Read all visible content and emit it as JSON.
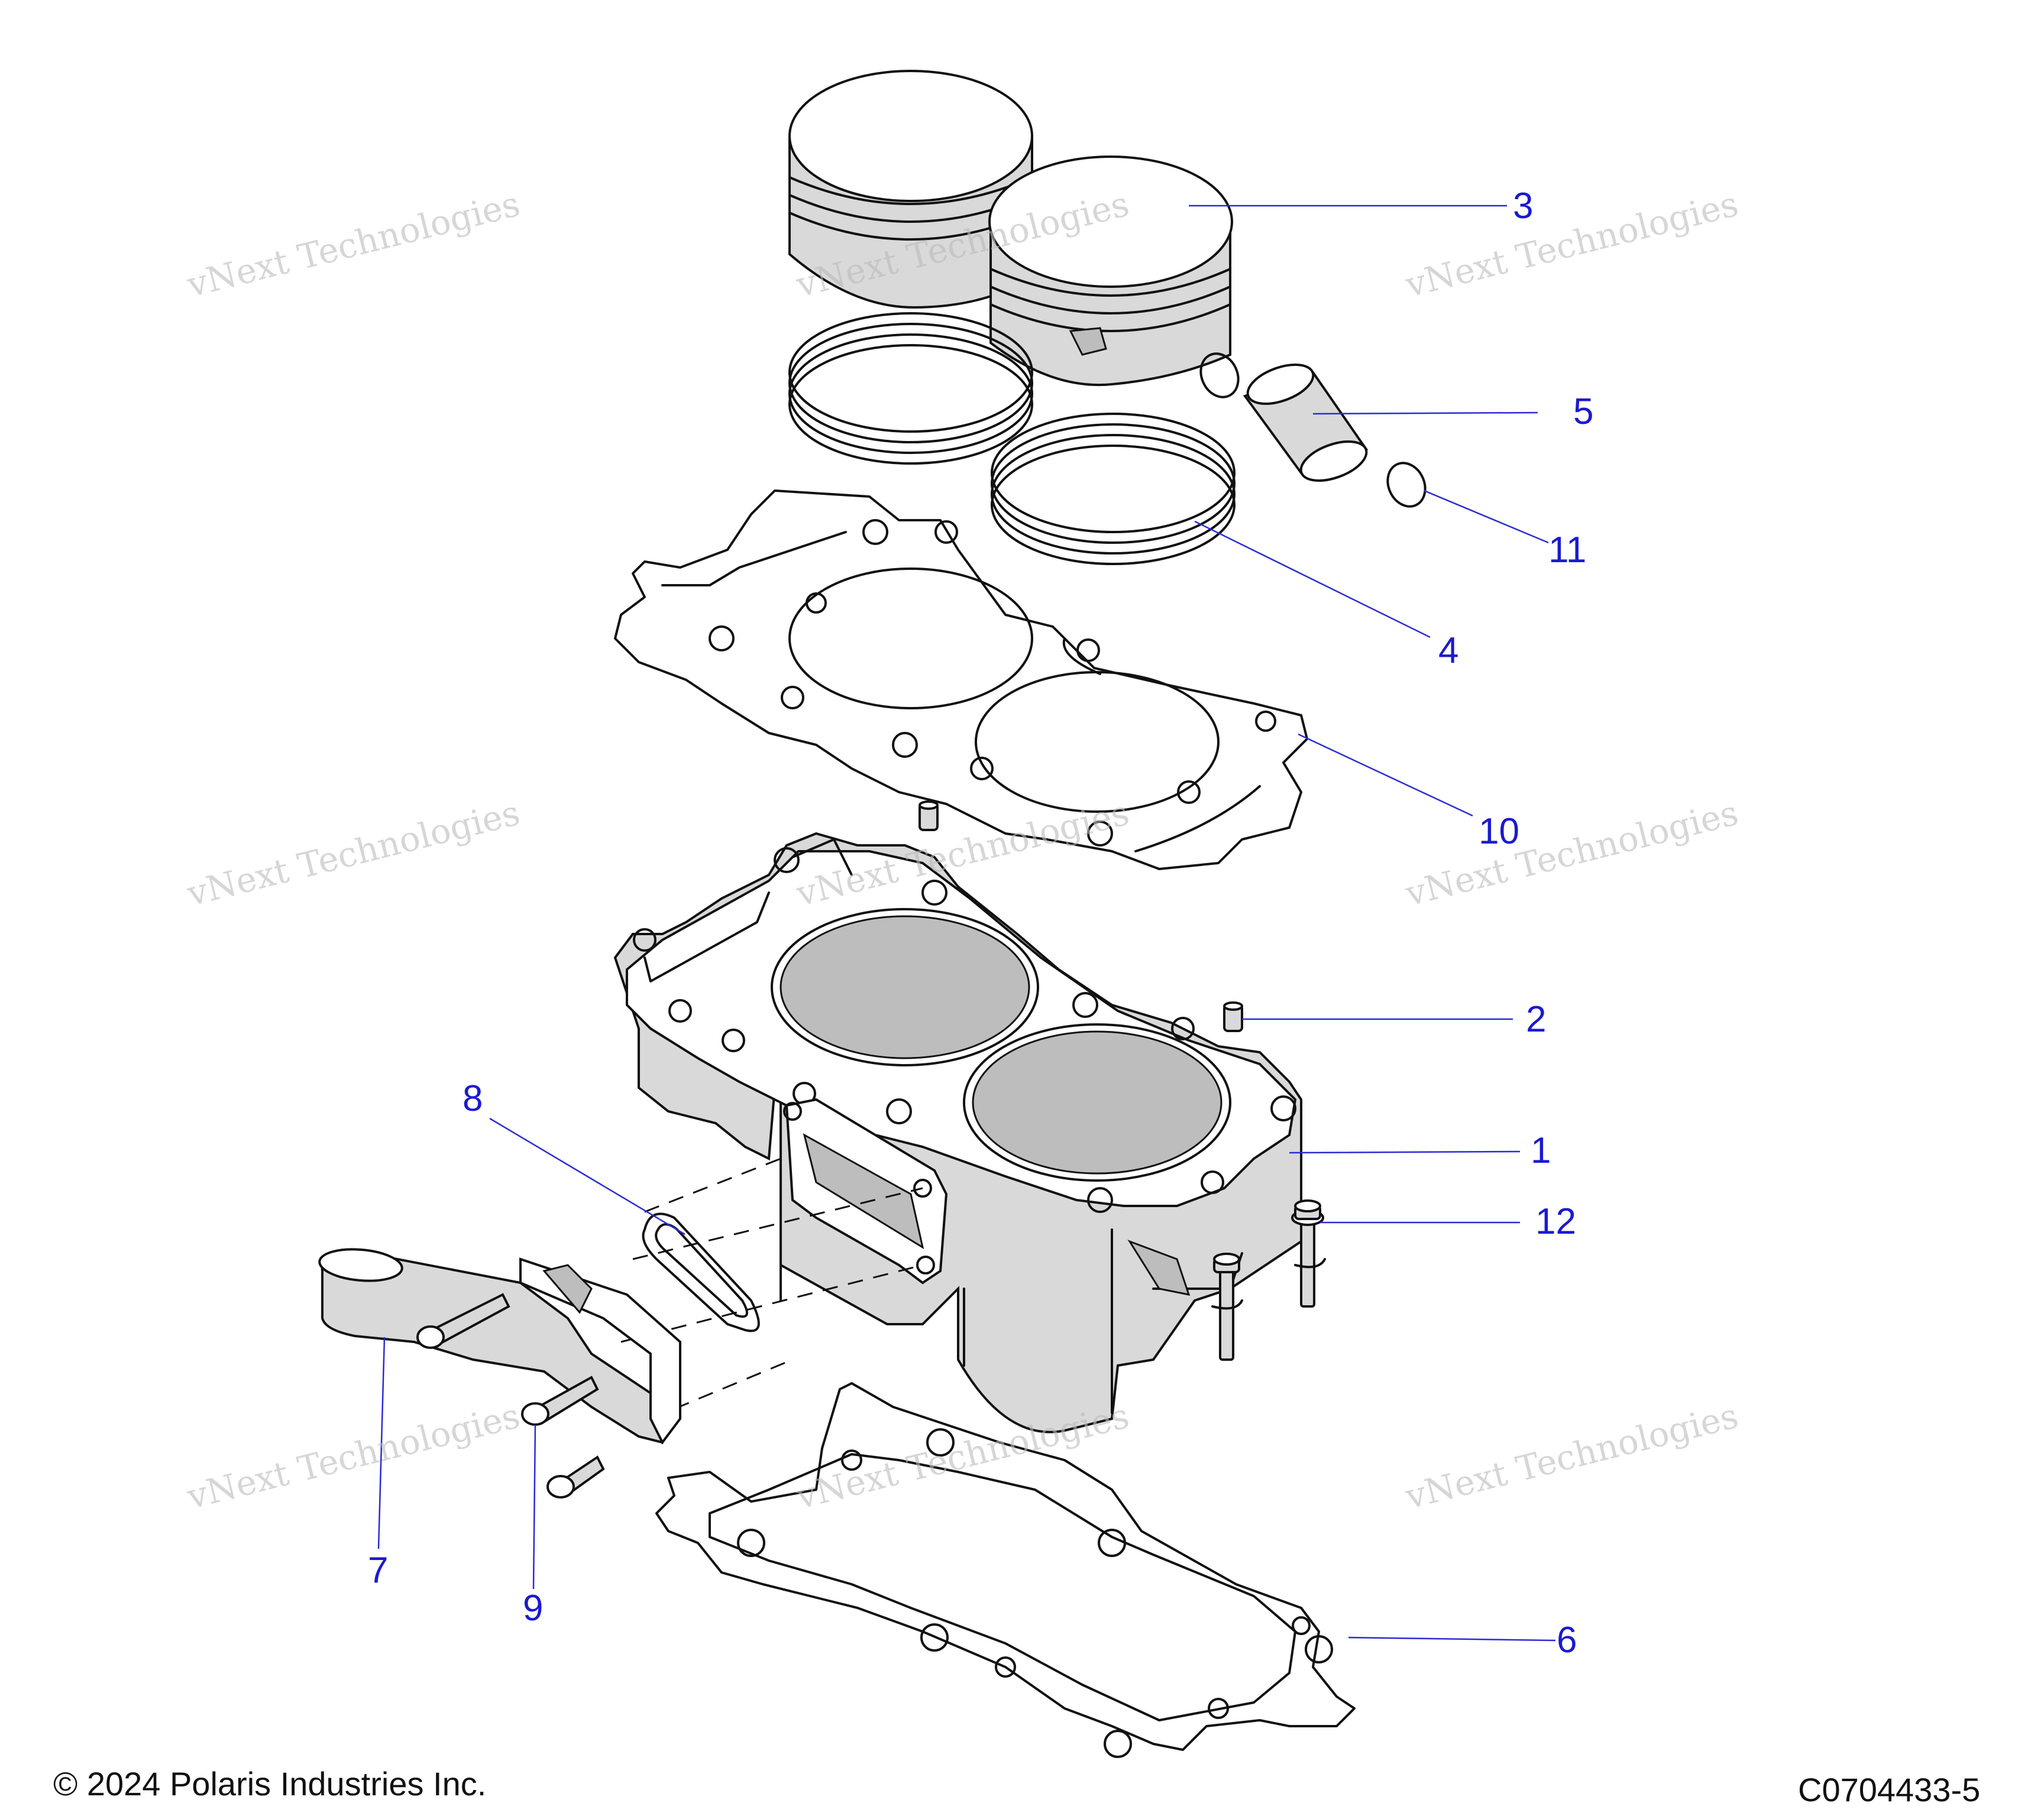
{
  "callouts": {
    "c1": "1",
    "c2": "2",
    "c3": "3",
    "c4": "4",
    "c5": "5",
    "c6": "6",
    "c7": "7",
    "c8": "8",
    "c9": "9",
    "c10": "10",
    "c11": "11",
    "c12": "12"
  },
  "watermark": {
    "line1": "vNext Technologies",
    "line2": "vNext Technologies"
  },
  "footer": {
    "copyright": "© 2024 Polaris Industries Inc.",
    "drawing_id": "C0704433-5"
  },
  "colors": {
    "callout": "#1a1ad0",
    "leader": "#2b2bd6",
    "ink": "#111111",
    "part_fill": "#d9d9d9"
  }
}
